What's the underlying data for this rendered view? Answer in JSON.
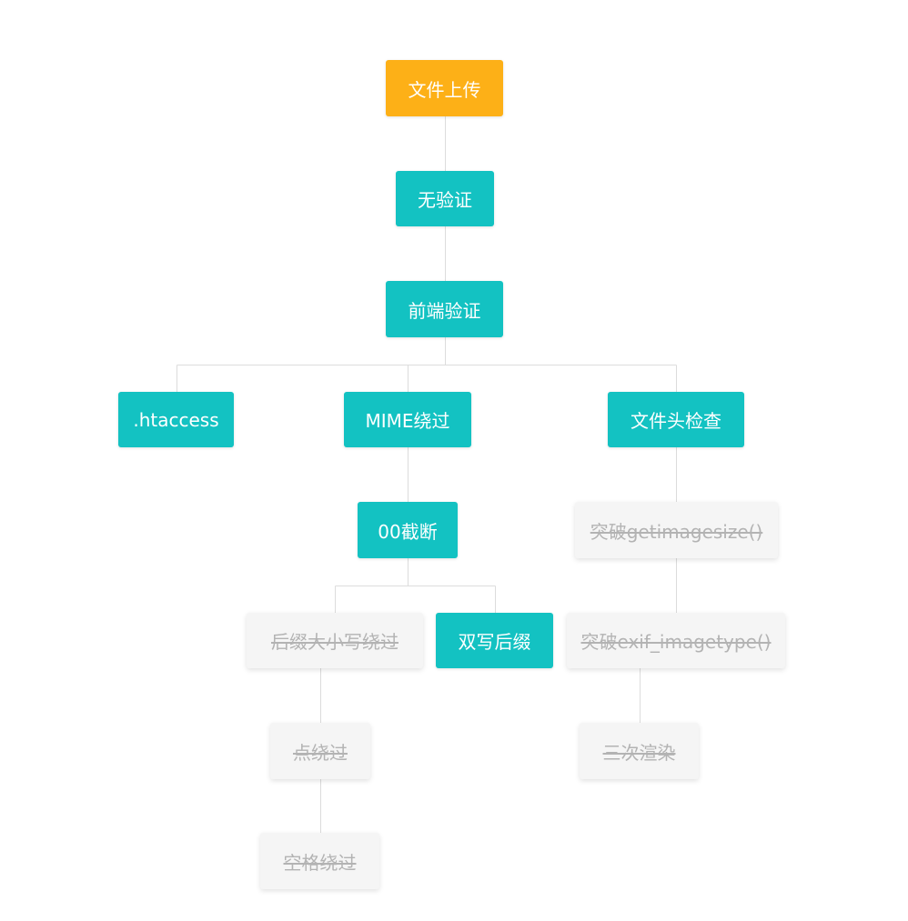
{
  "colors": {
    "root": "#fdb017",
    "active": "#13c2c2",
    "disabled_bg": "#f5f5f5",
    "disabled_text": "#b3b3b3",
    "connector": "#dcdcdc"
  },
  "tree": {
    "root": {
      "label": "文件上传",
      "state": "root"
    },
    "no_verify": {
      "label": "无验证",
      "state": "active"
    },
    "frontend_verify": {
      "label": "前端验证",
      "state": "active"
    },
    "htaccess": {
      "label": ".htaccess",
      "state": "active"
    },
    "mime_bypass": {
      "label": "MIME绕过",
      "state": "active"
    },
    "file_header_check": {
      "label": "文件头检查",
      "state": "active"
    },
    "null_truncation": {
      "label": "00截断",
      "state": "active"
    },
    "bypass_getimagesize": {
      "label": "突破getimagesize()",
      "state": "disabled"
    },
    "suffix_case_bypass": {
      "label": "后缀大小写绕过",
      "state": "disabled"
    },
    "double_write_suffix": {
      "label": "双写后缀",
      "state": "active"
    },
    "bypass_exif_imagetype": {
      "label": "突破exif_imagetype()",
      "state": "disabled"
    },
    "dot_bypass": {
      "label": "点绕过",
      "state": "disabled"
    },
    "secondary_render": {
      "label": "三次渲染",
      "state": "disabled"
    },
    "space_bypass": {
      "label": "空格绕过",
      "state": "disabled"
    }
  }
}
